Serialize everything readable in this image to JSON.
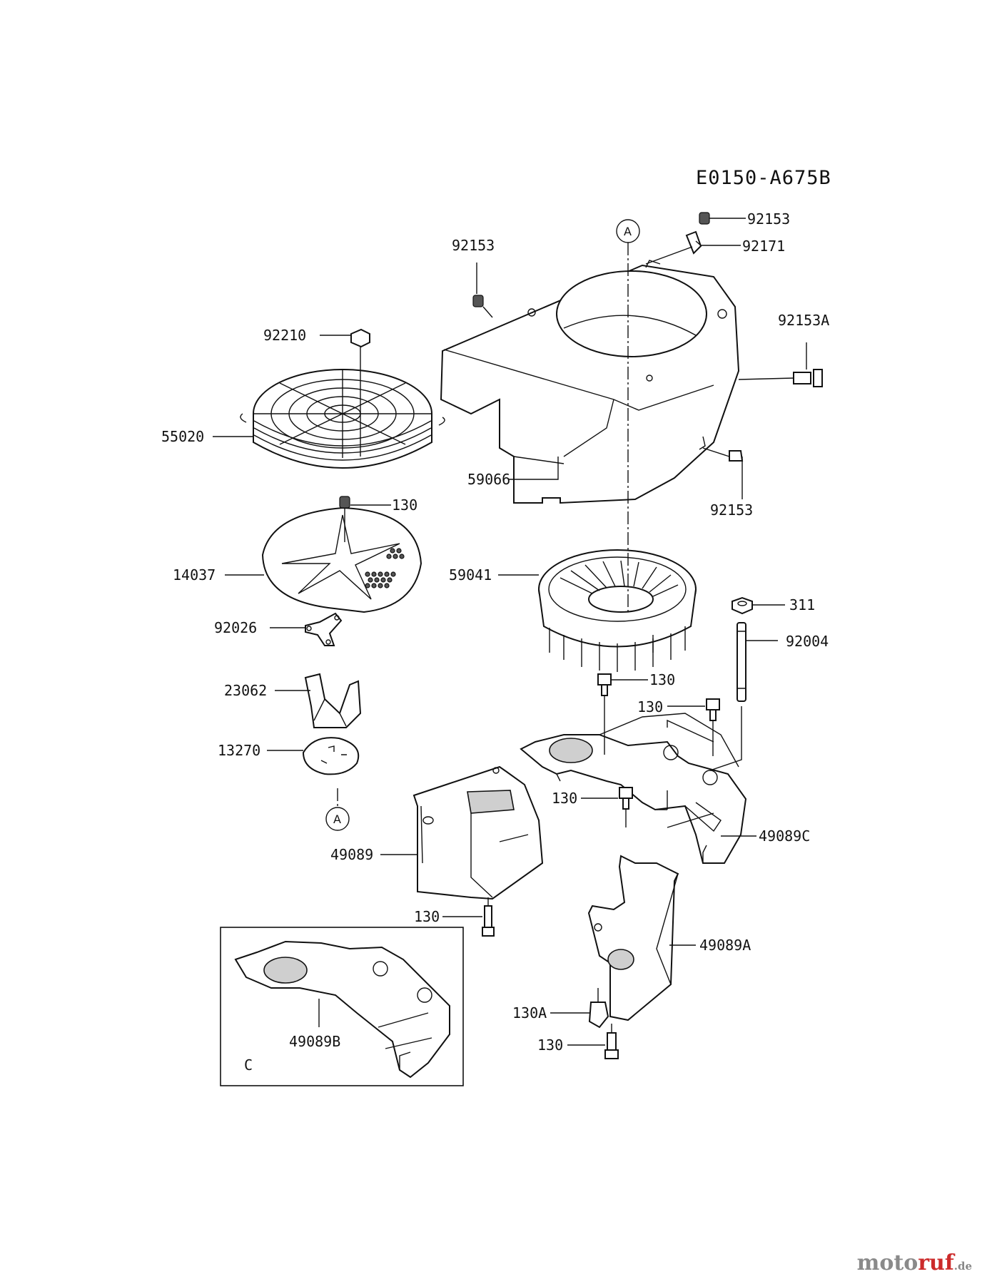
{
  "diagram_code": "E0150-A675B",
  "labels": {
    "p92153_top": "92153",
    "p92171": "92171",
    "p92153_left": "92153",
    "p92153A": "92153A",
    "p92210": "92210",
    "p55020": "55020",
    "p59066": "59066",
    "p92153_bottom": "92153",
    "p130_a": "130",
    "p14037": "14037",
    "p59041": "59041",
    "p311": "311",
    "p92026": "92026",
    "p92004": "92004",
    "p23062": "23062",
    "p130_b": "130",
    "p130_c": "130",
    "p13270": "13270",
    "p130_d": "130",
    "p49089C": "49089C",
    "p49089": "49089",
    "p130_e": "130",
    "p49089A": "49089A",
    "p49089B": "49089B",
    "p130A": "130A",
    "p130_f": "130",
    "ref_a_top": "A",
    "ref_a_bottom": "A",
    "inset_c": "C"
  },
  "watermark": {
    "part_a": "moto",
    "part_b": "ruf",
    "tld": ".de"
  }
}
